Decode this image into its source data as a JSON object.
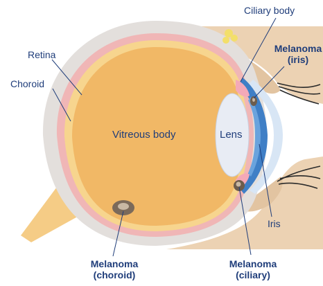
{
  "labels": {
    "ciliary_body": "Ciliary body",
    "retina": "Retina",
    "choroid": "Choroid",
    "vitreous_body": "Vitreous body",
    "lens": "Lens",
    "iris": "Iris",
    "melanoma_iris_line1": "Melanoma",
    "melanoma_iris_line2": "(iris)",
    "melanoma_choroid_line1": "Melanoma",
    "melanoma_choroid_line2": "(choroid)",
    "melanoma_ciliary_line1": "Melanoma",
    "melanoma_ciliary_line2": "(ciliary)"
  },
  "colors": {
    "label_text": "#1f3d7a",
    "sclera": "#e3dfdc",
    "choroid_layer": "#f0b6b6",
    "retina_layer": "#f7d58e",
    "vitreous": "#f1b866",
    "lens": "#e8ecf4",
    "iris": "#3f7fc6",
    "skin": "#ecd2b3",
    "tumor": "#7b6a5a"
  }
}
